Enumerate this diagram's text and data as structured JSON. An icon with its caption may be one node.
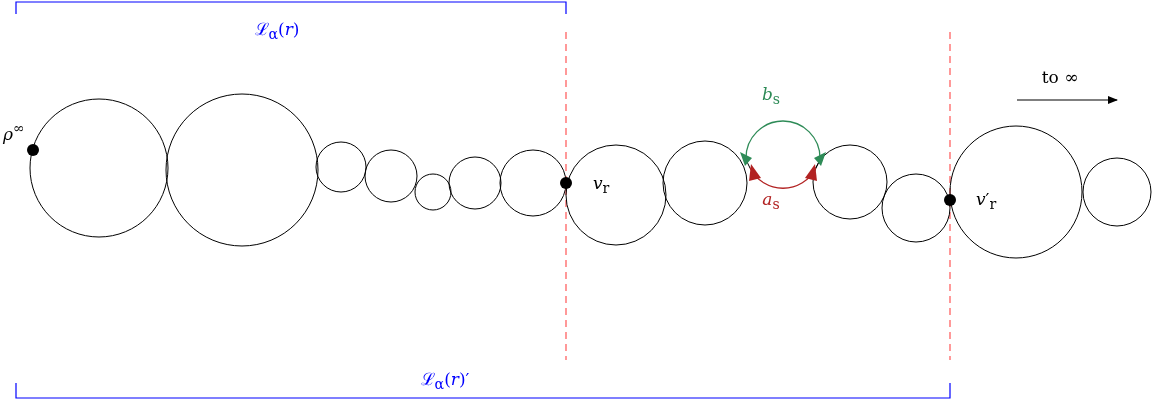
{
  "diagram": {
    "labels": [
      "ℒ$_{α}$(*r*)",
      "to ∞",
      "*b*$_{s}$",
      "*ρ*$^{∞}$",
      "*v*$_{r}$",
      "*a*$_{s}$",
      "*v*′$_{r}$",
      "ℒ$_{α}$(*r*)′"
    ]
  }
}
